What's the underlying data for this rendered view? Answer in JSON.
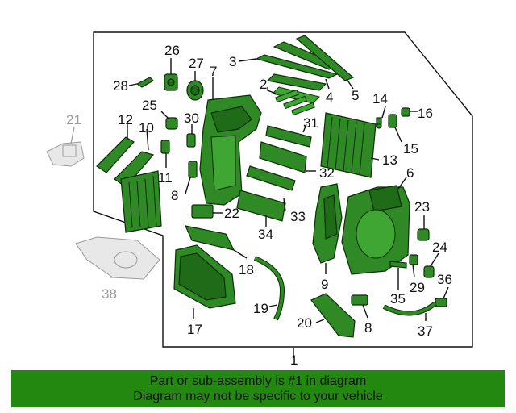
{
  "diagram": {
    "callouts": [
      "1",
      "2",
      "3",
      "4",
      "5",
      "6",
      "7",
      "8",
      "9",
      "10",
      "11",
      "12",
      "13",
      "14",
      "15",
      "16",
      "17",
      "18",
      "19",
      "20",
      "21",
      "22",
      "23",
      "24",
      "25",
      "26",
      "27",
      "28",
      "29",
      "30",
      "31",
      "32",
      "33",
      "34",
      "35",
      "36",
      "37",
      "38",
      "8"
    ],
    "reference_callouts": [
      "21",
      "38"
    ]
  },
  "banner": {
    "line1": "Part or sub-assembly is #1 in diagram",
    "line2": "Diagram may not be specific to your vehicle"
  },
  "colors": {
    "part_fill": "#2f8a25",
    "banner_bg": "#22880f",
    "reference_gray": "#9a9a9a"
  }
}
